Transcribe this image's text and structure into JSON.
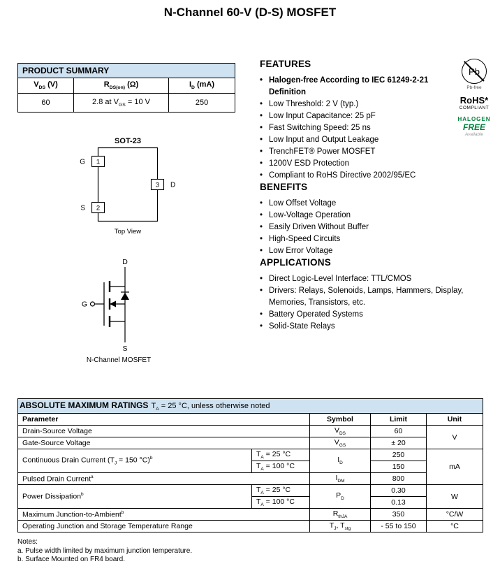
{
  "ui": {
    "bullet": "•"
  },
  "title": "N-Channel 60-V (D-S) MOSFET",
  "product_summary": {
    "header": "PRODUCT SUMMARY",
    "col_vds": {
      "sym": "V",
      "sub": "DS",
      "unit": " (V)"
    },
    "col_rds": {
      "sym": "R",
      "sub": "DS(on)",
      "unit": " (Ω)"
    },
    "col_id": {
      "sym": "I",
      "sub": "D",
      "unit": " (mA)"
    },
    "val_vds": "60",
    "val_rds": {
      "pre": "2.8 at V",
      "sub": "GS",
      "post": " = 10 V"
    },
    "val_id": "250"
  },
  "package": {
    "name": "SOT-23",
    "pins": {
      "p1": "1",
      "p2": "2",
      "p3": "3"
    },
    "labels": {
      "g": "G",
      "s": "S",
      "d": "D"
    },
    "caption": "Top View"
  },
  "mosfet_symbol": {
    "d": "D",
    "g": "G",
    "s": "S",
    "caption": "N-Channel MOSFET"
  },
  "badges": {
    "pb": "Pb",
    "pb_caption": "Pb-free",
    "rohs": "RoHS*",
    "rohs_sub": "COMPLIANT",
    "halogen_1": "HALOGEN",
    "halogen_2": "FREE",
    "halogen_3": "Available",
    "green": "#00843d",
    "table_header_blue": "#cfe2f1"
  },
  "features": {
    "heading": "FEATURES",
    "items": [
      "Halogen-free According to IEC 61249-2-21 Definition",
      "Low Threshold: 2 V (typ.)",
      "Low Input Capacitance: 25 pF",
      "Fast Switching Speed: 25 ns",
      "Low Input and Output Leakage",
      "TrenchFET® Power MOSFET",
      "1200V ESD Protection",
      "Compliant to RoHS Directive 2002/95/EC"
    ]
  },
  "benefits": {
    "heading": "BENEFITS",
    "items": [
      "Low Offset Voltage",
      "Low-Voltage Operation",
      "Easily Driven Without Buffer",
      "High-Speed Circuits",
      "Low Error Voltage"
    ]
  },
  "applications": {
    "heading": "APPLICATIONS",
    "items": [
      "Direct Logic-Level Interface: TTL/CMOS",
      "Drivers: Relays, Solenoids, Lamps, Hammers, Display, Memories, Transistors, etc.",
      "Battery Operated Systems",
      "Solid-State Relays"
    ]
  },
  "ratings": {
    "title": "ABSOLUTE MAXIMUM RATINGS",
    "condition": {
      "pre": "T",
      "sub": "A",
      "post": " = 25 °C, unless otherwise noted"
    },
    "headers": {
      "parameter": "Parameter",
      "symbol": "Symbol",
      "limit": "Limit",
      "unit": "Unit"
    },
    "cond25": {
      "pre": "T",
      "sub": "A",
      "post": " = 25 °C"
    },
    "cond100": {
      "pre": "T",
      "sub": "A",
      "post": " = 100 °C"
    },
    "rows": {
      "vds": {
        "param": "Drain-Source Voltage",
        "sym": "V",
        "sym_sub": "DS",
        "limit": "60",
        "unit": "V"
      },
      "vgs": {
        "param": "Gate-Source Voltage",
        "sym": "V",
        "sym_sub": "GS",
        "limit": "± 20"
      },
      "id": {
        "param_pre": "Continuous Drain Current (T",
        "param_sub": "J",
        "param_post": " = 150 °C)",
        "note": "b",
        "sym": "I",
        "sym_sub": "D",
        "limit_25": "250",
        "limit_100": "150",
        "unit": "mA"
      },
      "idm": {
        "param": "Pulsed Drain Current",
        "note": "a",
        "sym": "I",
        "sym_sub": "DM",
        "limit": "800"
      },
      "pd": {
        "param": "Power Dissipation",
        "note": "b",
        "sym": "P",
        "sym_sub": "D",
        "limit_25": "0.30",
        "limit_100": "0.13",
        "unit": "W"
      },
      "rthja": {
        "param": "Maximum Junction-to-Ambient",
        "note": "b",
        "sym": "R",
        "sym_sub": "thJA",
        "limit": "350",
        "unit": "°C/W"
      },
      "tjtstg": {
        "param": "Operating Junction and Storage Temperature Range",
        "sym_1": "T",
        "sym_1_sub": "J",
        "sym_2": ", T",
        "sym_2_sub": "stg",
        "limit": "- 55 to 150",
        "unit": "°C"
      }
    }
  },
  "notes": {
    "label": "Notes:",
    "a": "a. Pulse width limited by maximum junction temperature.",
    "b": "b. Surface Mounted on FR4 board."
  }
}
